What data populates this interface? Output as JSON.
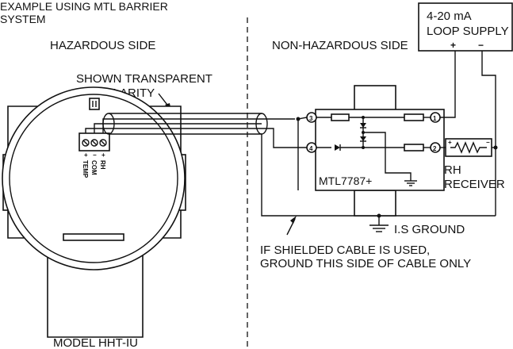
{
  "title": {
    "line1": "EXAMPLE USING MTL BARRIER",
    "line2": "SYSTEM"
  },
  "labels": {
    "hazardous_side": "HAZARDOUS SIDE",
    "non_hazardous_side": "NON-HAZARDOUS SIDE",
    "transparent_line1": "SHOWN TRANSPARENT",
    "transparent_line2": "FOR CLARITY",
    "model": "MODEL HHT-IU",
    "barrier_model": "MTL7787+",
    "receiver_line1": "RH",
    "receiver_line2": "RECEIVER",
    "is_ground": "I.S GROUND",
    "shield_note_line1": "IF SHIELDED CABLE IS USED,",
    "shield_note_line2": "GROUND THIS SIDE OF CABLE ONLY"
  },
  "loop_supply": {
    "line1": "4-20 mA",
    "line2": "LOOP SUPPLY",
    "plus": "+",
    "minus": "−"
  },
  "terminals": {
    "t1": "1",
    "t2": "2",
    "t3": "3",
    "t4": "4"
  },
  "transmitter_terminals": [
    "TEMP",
    "COM",
    "RH"
  ],
  "transmitter_polarity": [
    "+",
    "−",
    "+"
  ]
}
